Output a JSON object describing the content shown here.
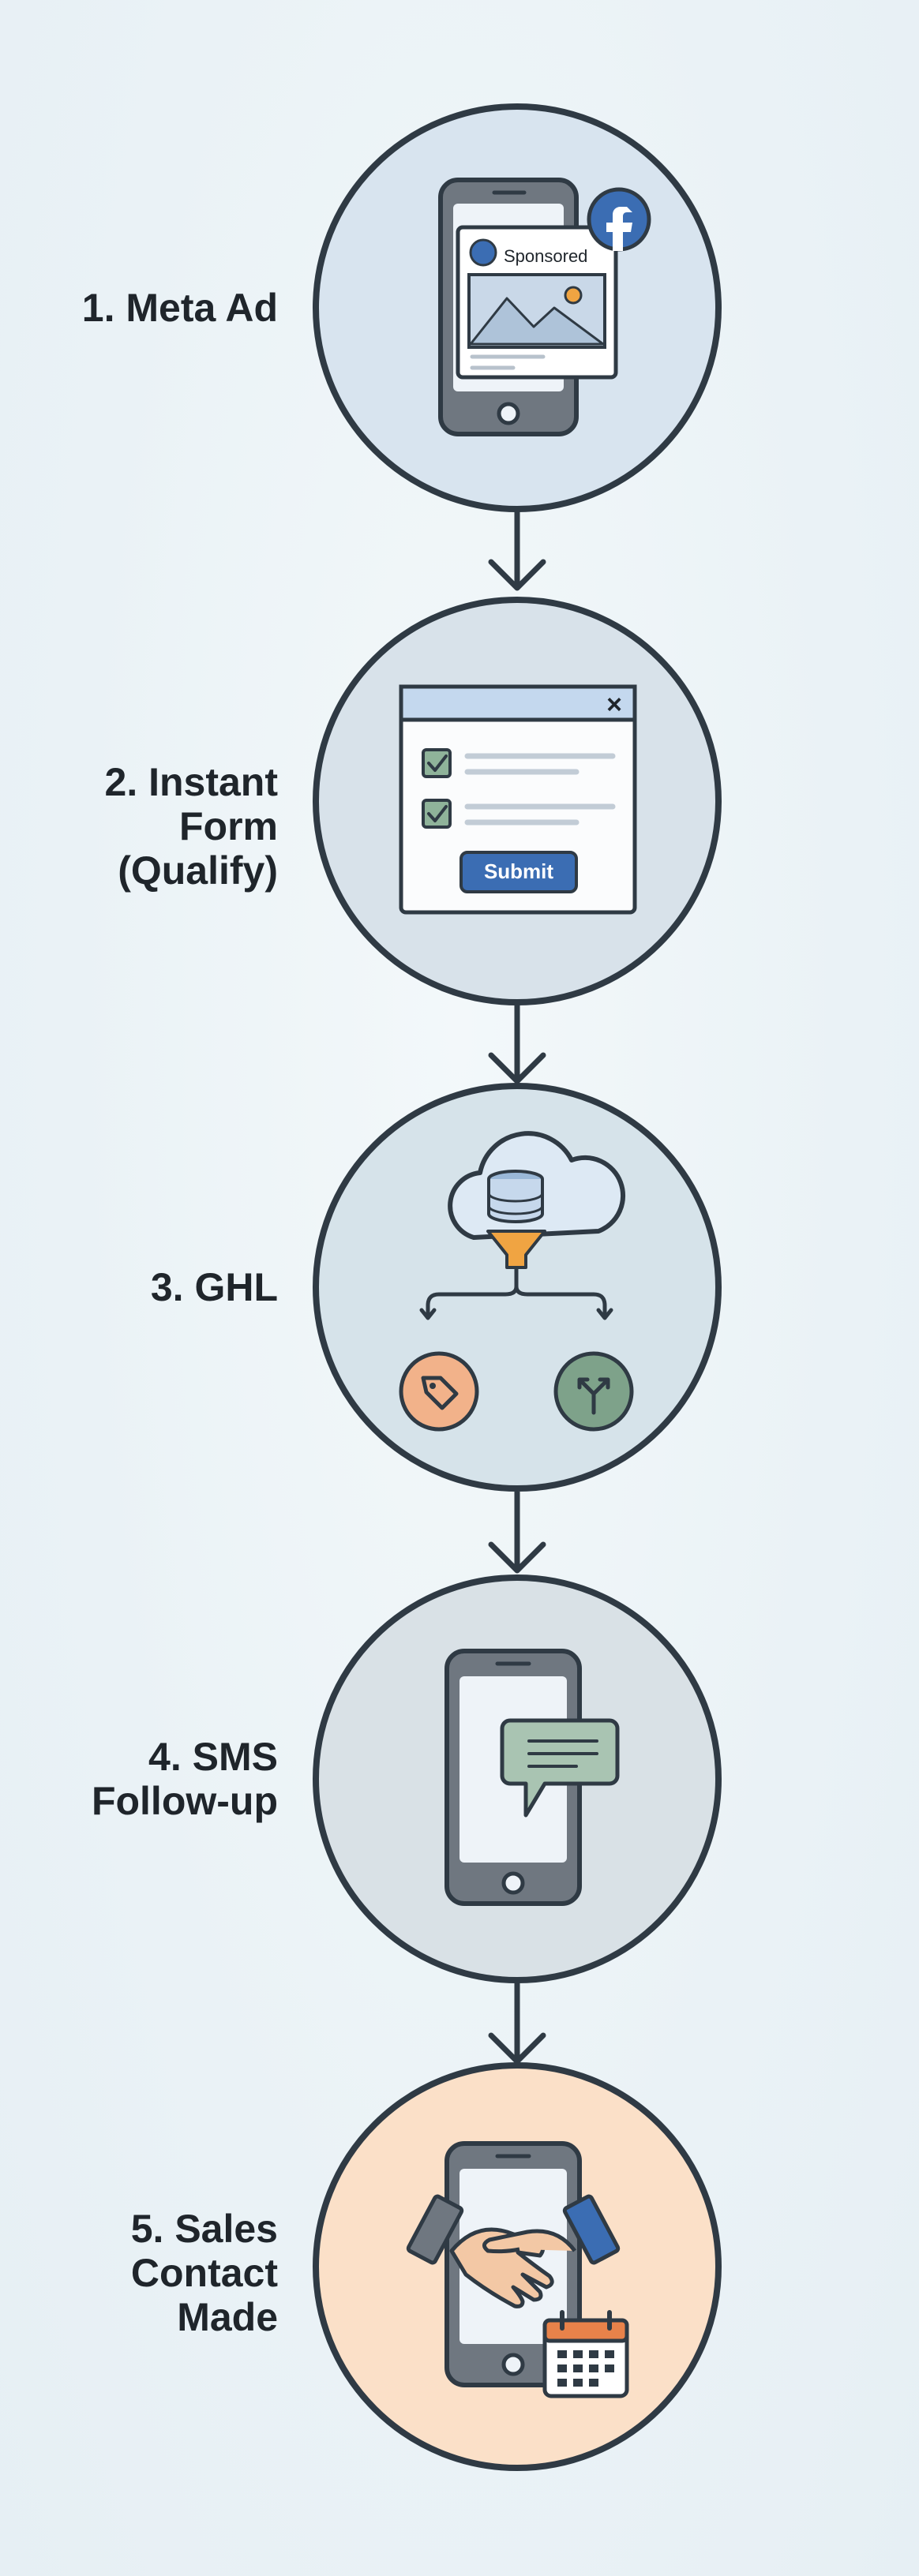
{
  "steps": [
    {
      "number": "1.",
      "lines": [
        "1. Meta Ad"
      ],
      "icon": "meta-ad-phone-icon",
      "fill": "#d8e4ef"
    },
    {
      "number": "2.",
      "lines": [
        "2. Instant",
        "Form",
        "(Qualify)"
      ],
      "icon": "instant-form-icon",
      "fill": "#d8e2ea"
    },
    {
      "number": "3.",
      "lines": [
        "3. GHL"
      ],
      "icon": "ghl-cloud-funnel-icon",
      "fill": "#d6e3ea"
    },
    {
      "number": "4.",
      "lines": [
        "4. SMS",
        "Follow-up"
      ],
      "icon": "sms-phone-icon",
      "fill": "#d9e1e6"
    },
    {
      "number": "5.",
      "lines": [
        "5. Sales",
        "Contact",
        "Made"
      ],
      "icon": "handshake-calendar-icon",
      "fill": "#fbe0c8"
    }
  ],
  "ad": {
    "badge": "Sponsored",
    "network_icon": "facebook-icon"
  },
  "form": {
    "close": "×",
    "submit_label": "Submit"
  },
  "colors": {
    "outline": "#2f3a44",
    "brand_blue": "#3b6db3",
    "check_green": "#6f9a7a",
    "tag_orange": "#f2b28a",
    "branch_green": "#7ea28a",
    "funnel_orange": "#f0a442"
  }
}
